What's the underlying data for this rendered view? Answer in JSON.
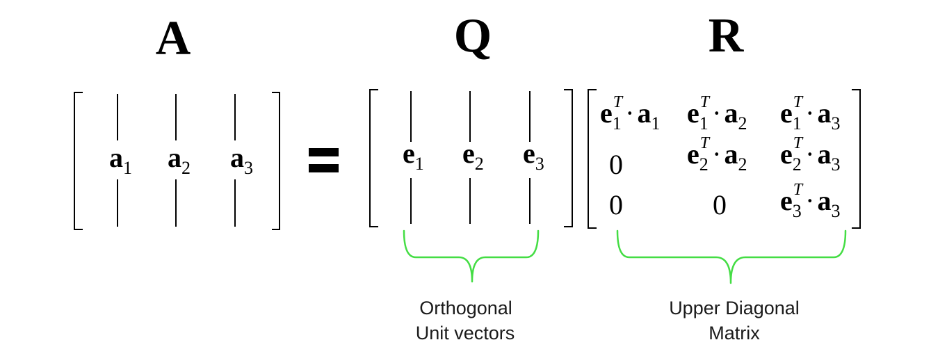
{
  "matrix_labels": {
    "a": "A",
    "q": "Q",
    "r": "R"
  },
  "equals_sign": "=",
  "matrix_a": {
    "columns": [
      {
        "vector": "a",
        "index": "1"
      },
      {
        "vector": "a",
        "index": "2"
      },
      {
        "vector": "a",
        "index": "3"
      }
    ]
  },
  "matrix_q": {
    "columns": [
      {
        "vector": "e",
        "index": "1"
      },
      {
        "vector": "e",
        "index": "2"
      },
      {
        "vector": "e",
        "index": "3"
      }
    ]
  },
  "matrix_r": {
    "transpose_symbol": "T",
    "dot_symbol": "·",
    "zero": "0",
    "entries": [
      {
        "e_index": "1",
        "a_index": "1"
      },
      {
        "e_index": "1",
        "a_index": "2"
      },
      {
        "e_index": "1",
        "a_index": "3"
      },
      {
        "e_index": "2",
        "a_index": "2"
      },
      {
        "e_index": "2",
        "a_index": "3"
      },
      {
        "e_index": "3",
        "a_index": "3"
      }
    ]
  },
  "annotations": {
    "q_caption_line1": "Orthogonal",
    "q_caption_line2": "Unit vectors",
    "r_caption_line1": "Upper Diagonal",
    "r_caption_line2": "Matrix"
  },
  "colors": {
    "brace": "#44dd44",
    "ink": "#000000",
    "caption": "#1a1a1a"
  }
}
